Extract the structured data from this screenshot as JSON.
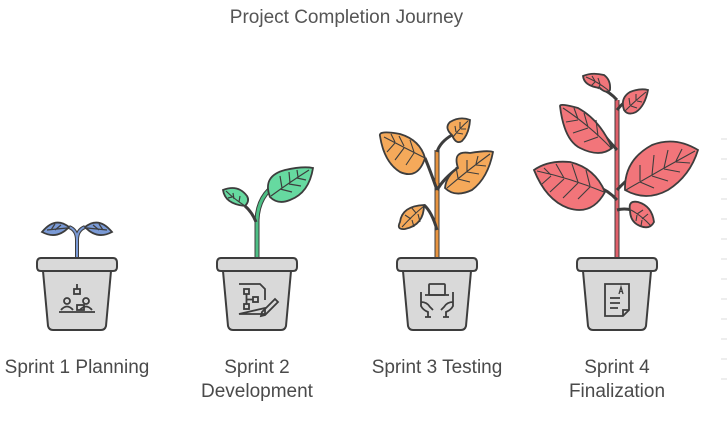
{
  "title": "Project Completion Journey",
  "stages": [
    {
      "label": "Sprint 1 Planning",
      "icon": "team-meeting-icon",
      "leaf_color": "#7a9ad6"
    },
    {
      "label": "Sprint 2\nDevelopment",
      "icon": "flowchart-edit-icon",
      "leaf_color": "#66d9a0"
    },
    {
      "label": "Sprint 3 Testing",
      "icon": "hands-laptop-icon",
      "leaf_color": "#f5a95a"
    },
    {
      "label": "Sprint 4\nFinalization",
      "icon": "document-icon",
      "leaf_color": "#f2757a"
    }
  ],
  "colors": {
    "pot": "#d9d9d9",
    "outline": "#3d3d3d",
    "stem_1": "#7a9ad6",
    "stem_2": "#4dbf85",
    "stem_3": "#e8943f",
    "stem_4": "#e0606a"
  }
}
